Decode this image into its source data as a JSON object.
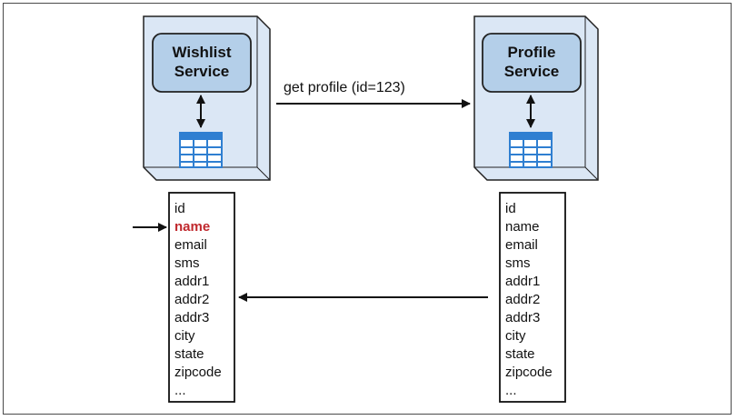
{
  "services": {
    "wishlist": {
      "line1": "Wishlist",
      "line2": "Service"
    },
    "profile": {
      "line1": "Profile",
      "line2": "Service"
    }
  },
  "request_label": "get profile (id=123)",
  "wishlist_fields": [
    "id",
    "name",
    "email",
    "sms",
    "addr1",
    "addr2",
    "addr3",
    "city",
    "state",
    "zipcode",
    "..."
  ],
  "profile_fields": [
    "id",
    "name",
    "email",
    "sms",
    "addr1",
    "addr2",
    "addr3",
    "city",
    "state",
    "zipcode",
    "..."
  ],
  "highlighted_field": "name",
  "colors": {
    "box_fill": "#dbe7f5",
    "service_fill": "#b4cfe9",
    "table_color": "#2f7fd1",
    "highlight": "#c0282d"
  }
}
